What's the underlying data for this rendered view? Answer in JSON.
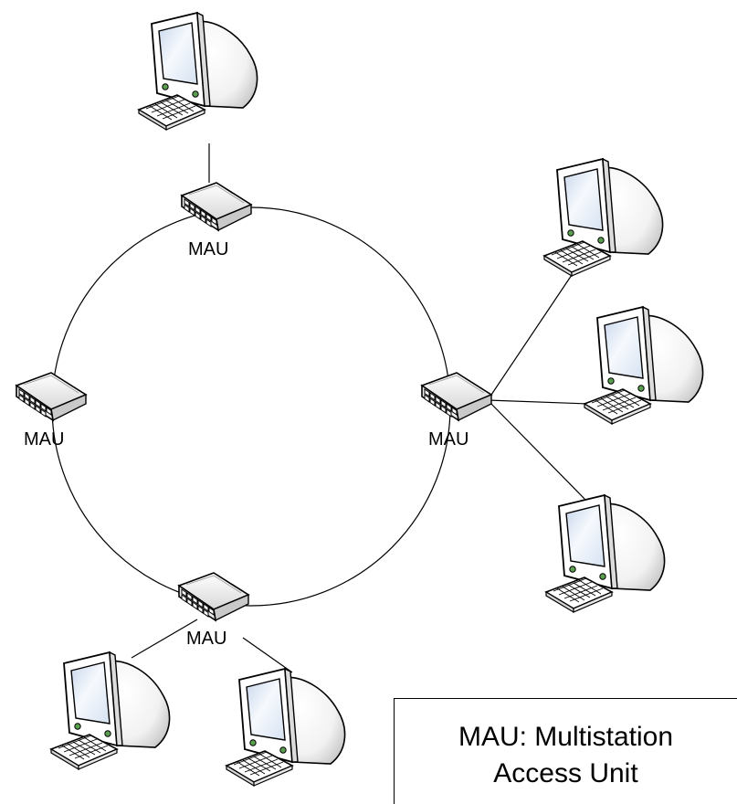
{
  "diagram": {
    "device_label": "MAU",
    "legend": {
      "line1": "MAU: Multistation",
      "line2": "Access Unit"
    },
    "colors": {
      "line": "#000000",
      "screen": "#dfe9f6",
      "monitor_body": "#ffffff",
      "led": "#5a9e4f"
    }
  }
}
